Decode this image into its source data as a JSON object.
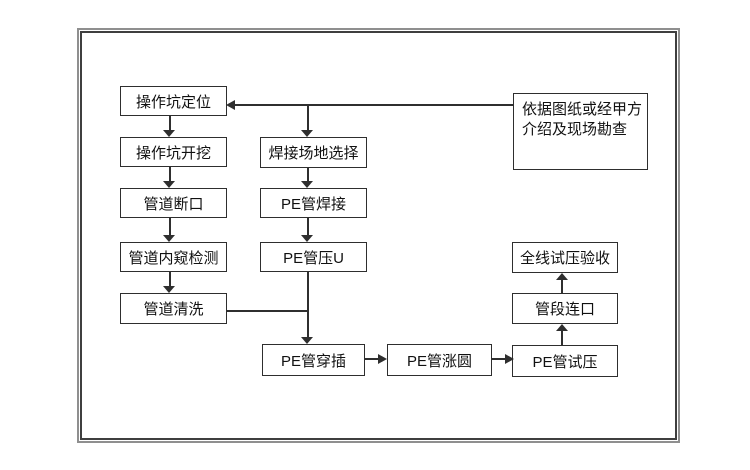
{
  "diagram": {
    "type": "flowchart",
    "background_color": "#ffffff",
    "line_color": "#2f2f2f",
    "box_border_color": "#2e2e2e",
    "text_color": "#111111",
    "nodes": {
      "pit_locate": "操作坑定位",
      "pit_excavate": "操作坑开挖",
      "pipe_break": "管道断口",
      "pipe_inspect": "管道内窥检测",
      "pipe_clean": "管道清洗",
      "weld_site": "焊接场地选择",
      "pe_weld": "PE管焊接",
      "pe_press_u": "PE管压U",
      "pe_insert": "PE管穿插",
      "pe_round": "PE管涨圆",
      "pe_test": "PE管试压",
      "seg_connect": "管段连口",
      "full_accept": "全线试压验收",
      "survey_basis_line1": "依据图纸或经甲方",
      "survey_basis_line2": "介绍及现场勘查"
    },
    "edges": [
      {
        "from": "依据图纸或经甲方介绍及现场勘查",
        "to": "操作坑定位"
      },
      {
        "from": "依据图纸或经甲方介绍及现场勘查",
        "to": "焊接场地选择"
      },
      {
        "from": "操作坑定位",
        "to": "操作坑开挖"
      },
      {
        "from": "操作坑开挖",
        "to": "管道断口"
      },
      {
        "from": "管道断口",
        "to": "管道内窥检测"
      },
      {
        "from": "管道内窥检测",
        "to": "管道清洗"
      },
      {
        "from": "管道清洗",
        "to": "PE管穿插"
      },
      {
        "from": "焊接场地选择",
        "to": "PE管焊接"
      },
      {
        "from": "PE管焊接",
        "to": "PE管压U"
      },
      {
        "from": "PE管压U",
        "to": "PE管穿插"
      },
      {
        "from": "PE管穿插",
        "to": "PE管涨圆"
      },
      {
        "from": "PE管涨圆",
        "to": "PE管试压"
      },
      {
        "from": "PE管试压",
        "to": "管段连口"
      },
      {
        "from": "管段连口",
        "to": "全线试压验收"
      }
    ]
  }
}
